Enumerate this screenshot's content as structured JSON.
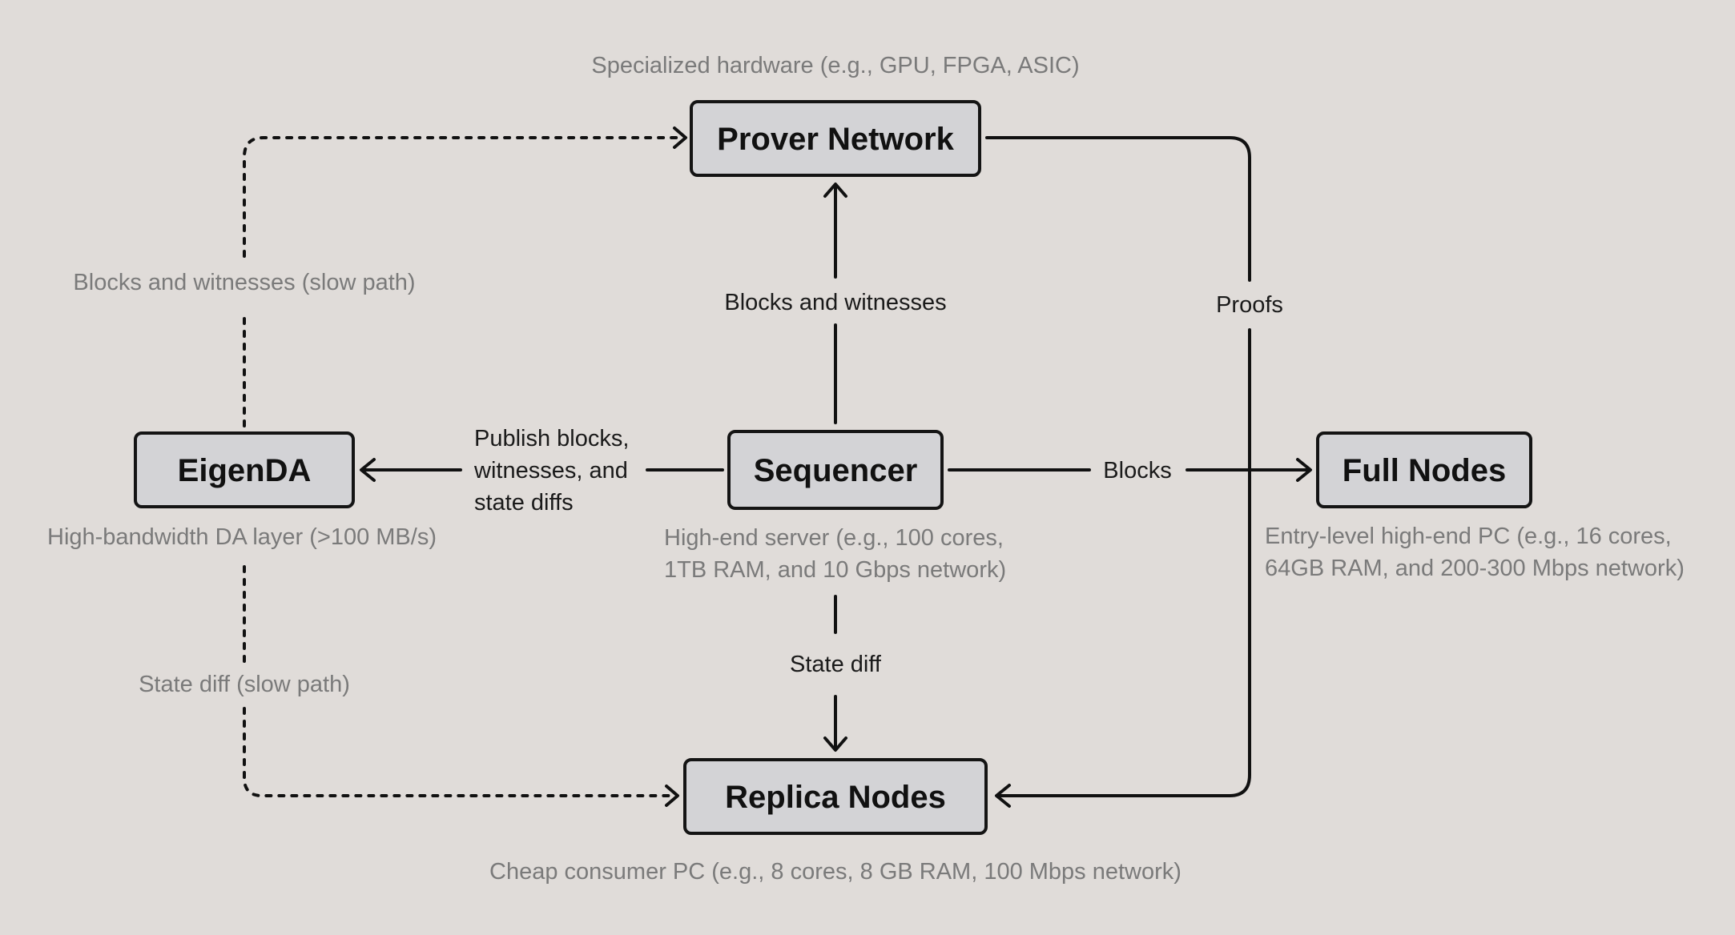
{
  "nodes": {
    "prover": {
      "label": "Prover Network",
      "caption": "Specialized hardware (e.g., GPU, FPGA, ASIC)"
    },
    "eigenda": {
      "label": "EigenDA",
      "caption": "High-bandwidth DA layer (>100 MB/s)"
    },
    "sequencer": {
      "label": "Sequencer",
      "caption_line1": "High-end server (e.g., 100 cores,",
      "caption_line2": "1TB RAM, and 10 Gbps network)"
    },
    "fullnodes": {
      "label": "Full Nodes",
      "caption_line1": "Entry-level high-end PC (e.g., 16 cores,",
      "caption_line2": "64GB RAM, and 200-300 Mbps network)"
    },
    "replica": {
      "label": "Replica Nodes",
      "caption": "Cheap consumer PC (e.g., 8 cores, 8 GB RAM, 100 Mbps network)"
    }
  },
  "edges": {
    "seq_to_prover": "Blocks and witnesses",
    "seq_to_eigenda_line1": "Publish blocks,",
    "seq_to_eigenda_line2": "witnesses, and",
    "seq_to_eigenda_line3": "state diffs",
    "seq_to_fullnodes": "Blocks",
    "seq_to_replica": "State diff",
    "prover_to_replica": "Proofs",
    "eigenda_to_prover": "Blocks and witnesses (slow path)",
    "eigenda_to_replica": "State diff (slow path)"
  }
}
